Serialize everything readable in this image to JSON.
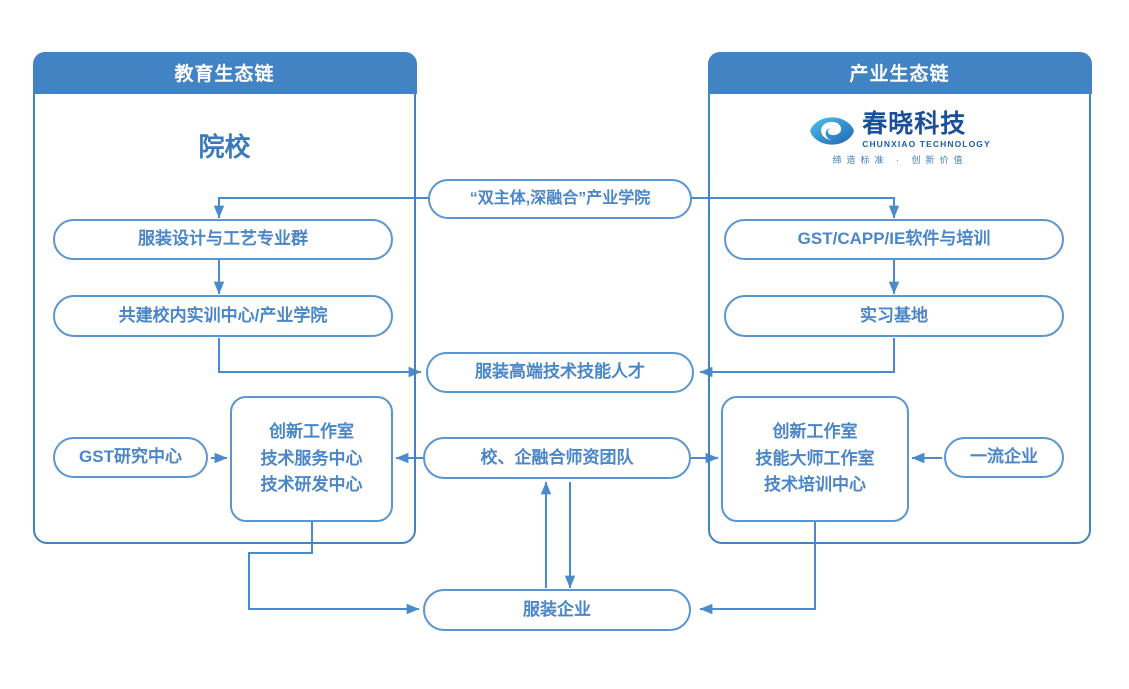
{
  "diagram": {
    "title_left": "教育生态链",
    "title_right": "产业生态链",
    "left_panel_heading": "院校",
    "accent_blue": "#4283c4",
    "node_border": "#5b96d0",
    "text_blue": "#4a86c8"
  },
  "logo": {
    "mark_name": "chunxiao-eye-logo-icon",
    "cn_name": "春晓科技",
    "en_name": "CHUNXIAO TECHNOLOGY",
    "tagline": "缔造标准 · 创新价值"
  },
  "nodes": {
    "industry_college": "“双主体,深融合”产业学院",
    "left_1": "服装设计与工艺专业群",
    "left_2": "共建校内实训中心/产业学院",
    "right_1": "GST/CAPP/IE软件与培训",
    "right_2": "实习基地",
    "talent": "服装高端技术技能人才",
    "gst_center": "GST研究中心",
    "left_center_l1": "创新工作室",
    "left_center_l2": "技术服务中心",
    "left_center_l3": "技术研发中心",
    "teacher_team": "校、企融合师资团队",
    "right_center_l1": "创新工作室",
    "right_center_l2": "技能大师工作室",
    "right_center_l3": "技术培训中心",
    "top_enterprise": "一流企业",
    "apparel_enterprise": "服装企业"
  }
}
